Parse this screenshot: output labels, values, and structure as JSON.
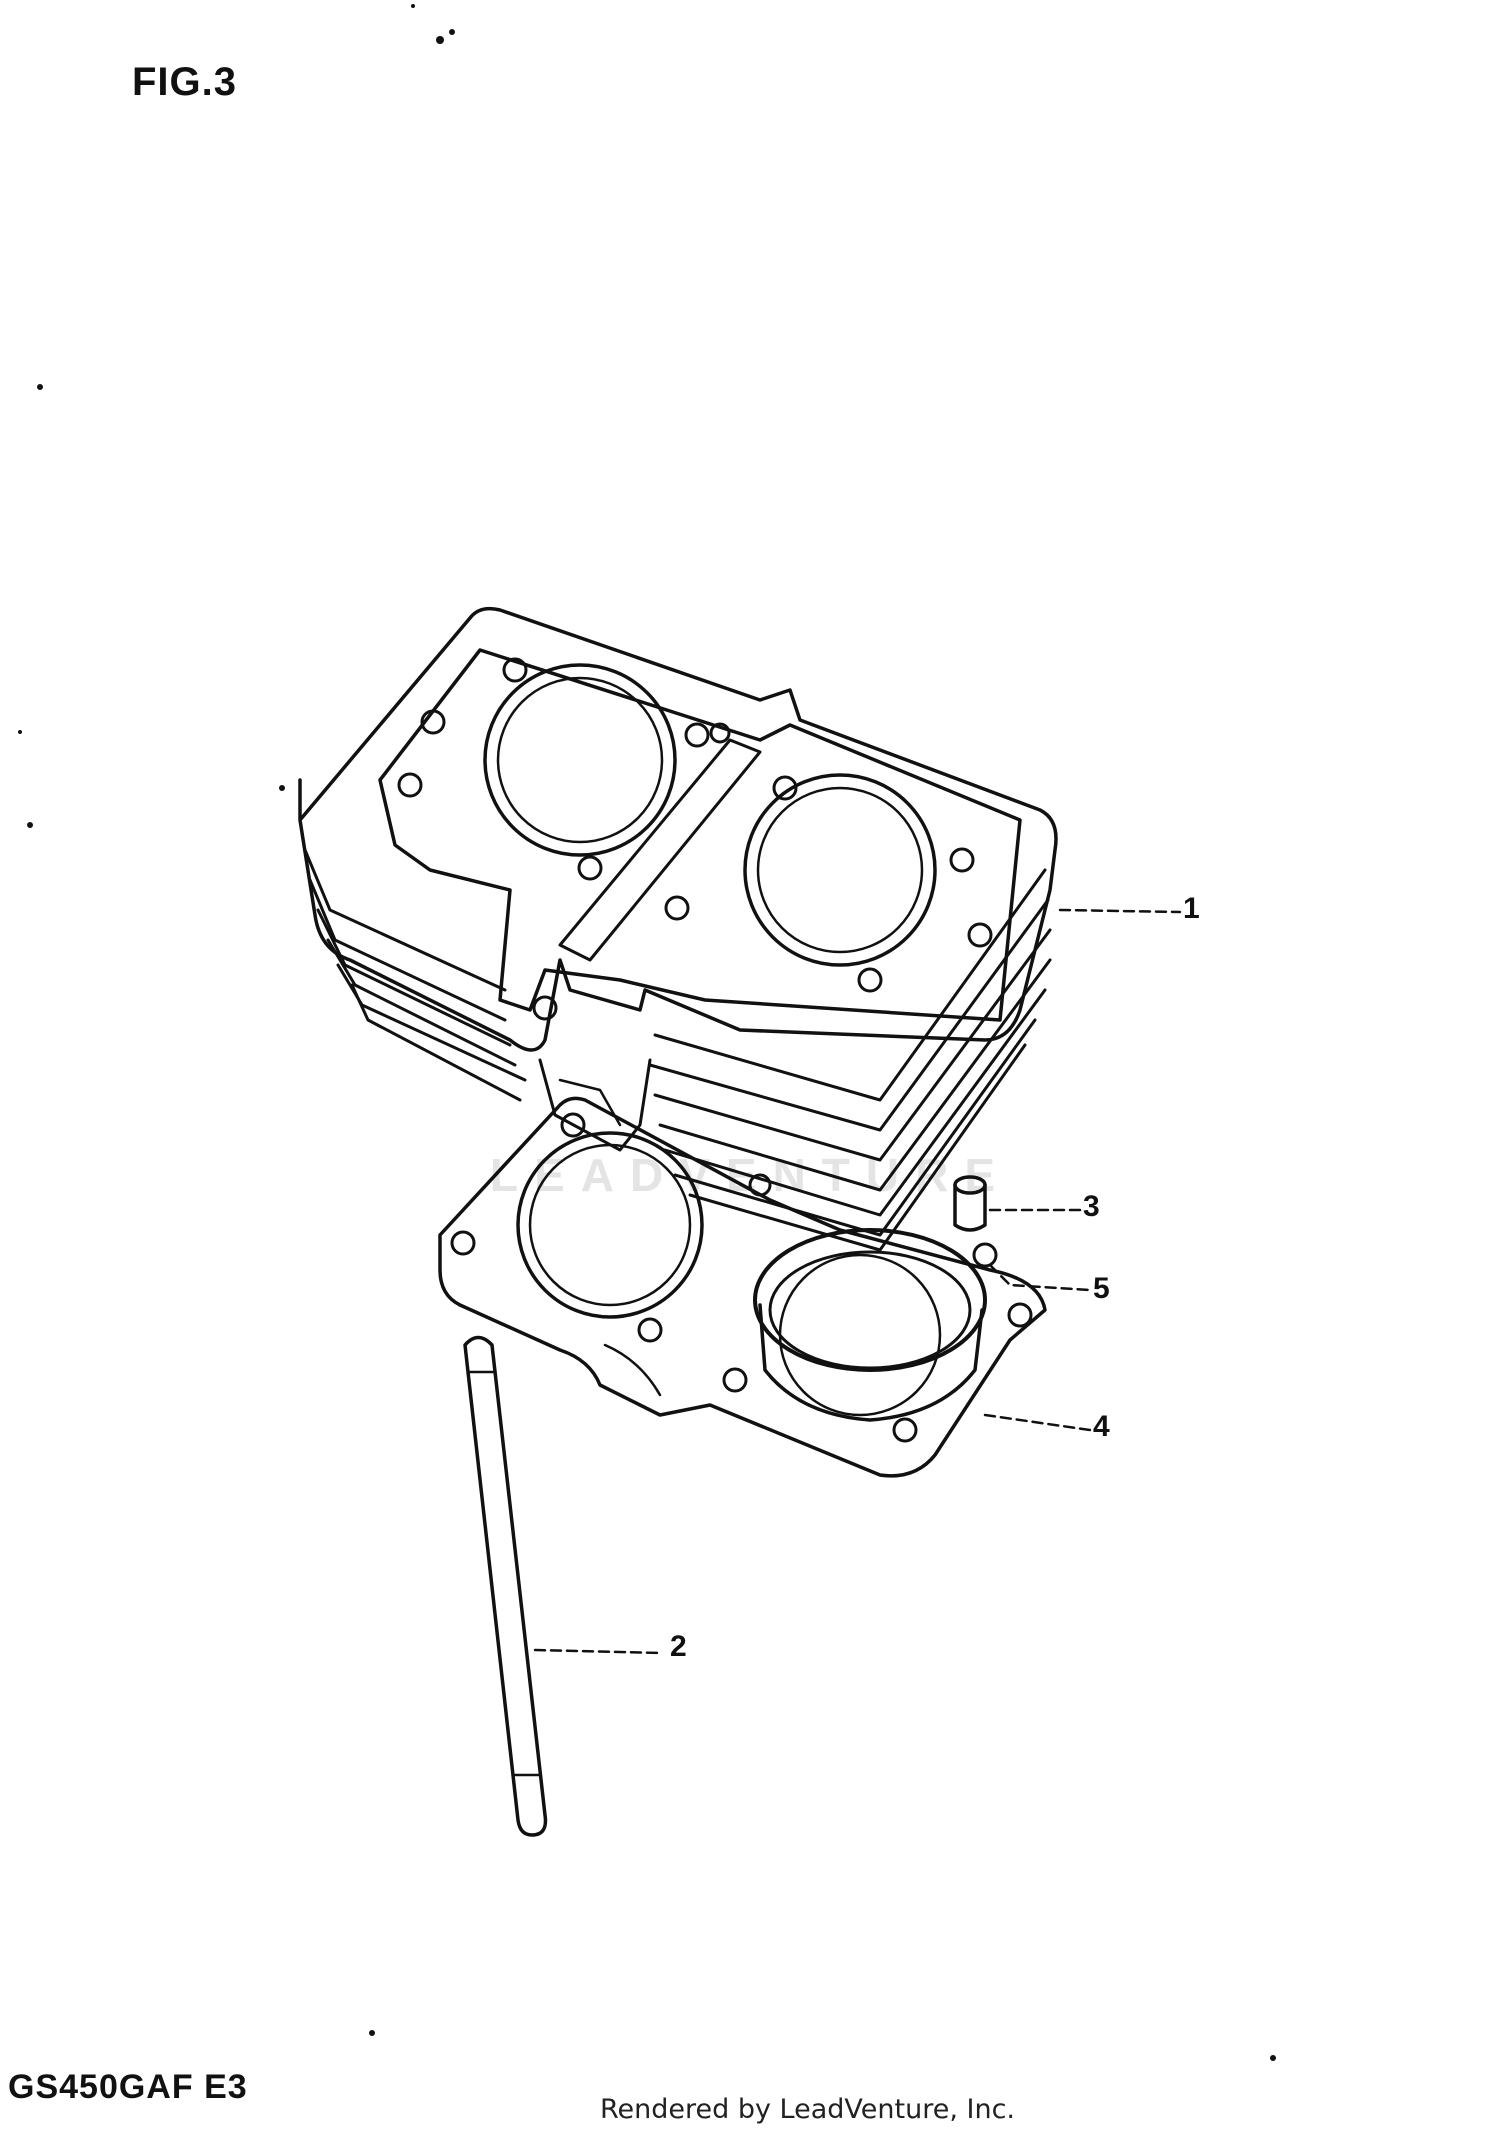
{
  "figure": {
    "label": "FIG.3",
    "model_code": "GS450GAF E3",
    "footer": "Rendered by LeadVenture, Inc.",
    "watermark": "LEADVENTURE"
  },
  "callouts": [
    {
      "id": "1",
      "text": "1"
    },
    {
      "id": "2",
      "text": "2"
    },
    {
      "id": "3",
      "text": "3"
    },
    {
      "id": "4",
      "text": "4"
    },
    {
      "id": "5",
      "text": "5"
    }
  ]
}
